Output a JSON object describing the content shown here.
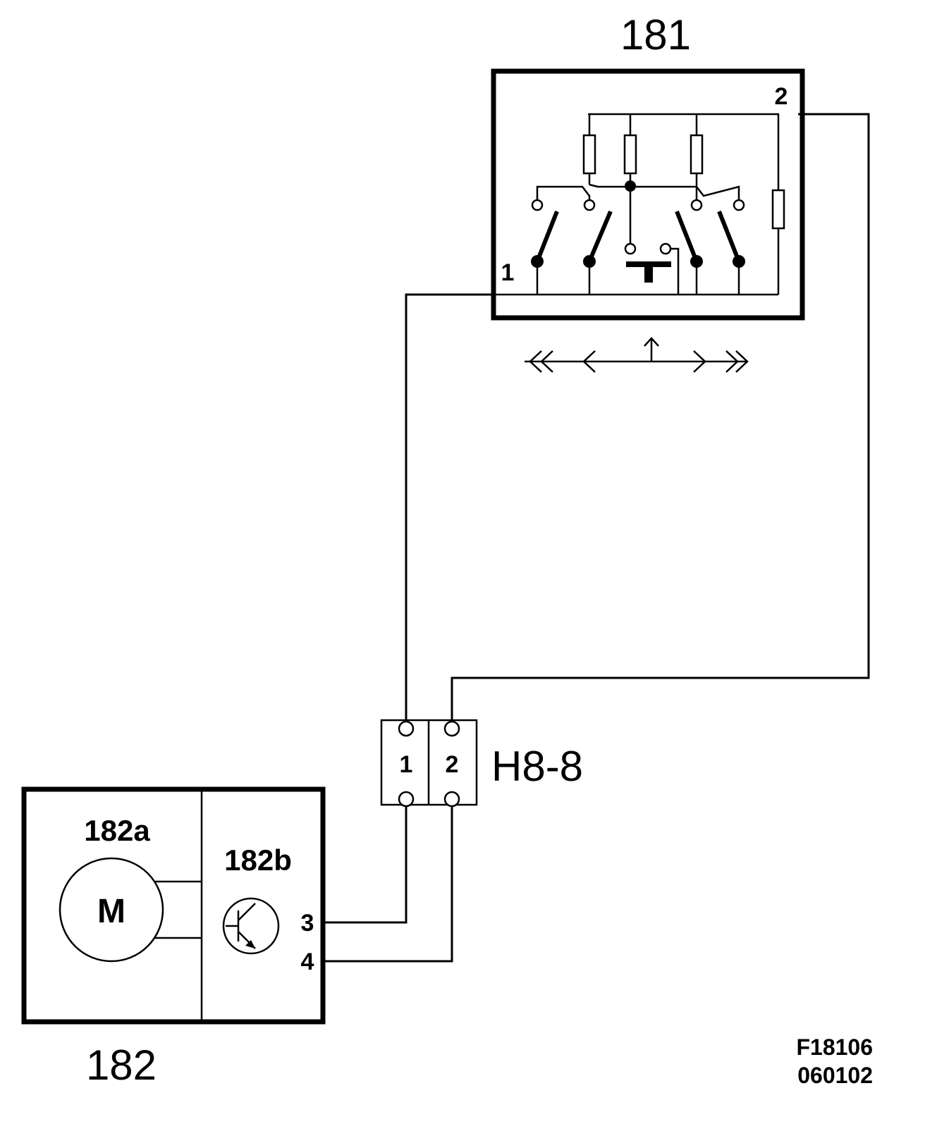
{
  "components": {
    "switch": {
      "label": "181",
      "pin_left": "1",
      "pin_right": "2"
    },
    "unit": {
      "label": "182",
      "motor": {
        "label": "182a",
        "symbol": "M"
      },
      "module": {
        "label": "182b",
        "pin_upper": "3",
        "pin_lower": "4"
      }
    },
    "connector": {
      "label": "H8-8",
      "pins": [
        "1",
        "2"
      ]
    }
  },
  "footer": {
    "figure_id": "F18106",
    "date_code": "060102"
  }
}
